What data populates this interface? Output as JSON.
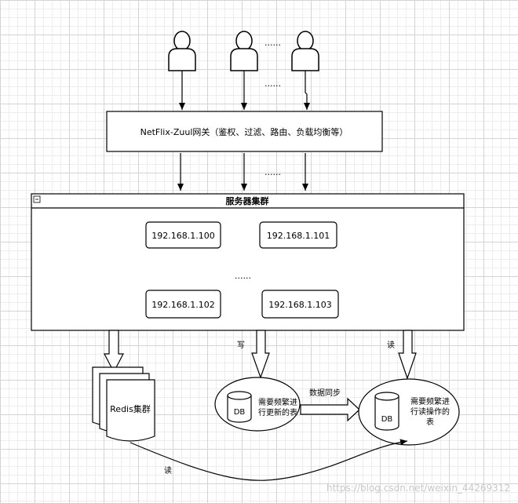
{
  "users": {
    "dots_top": "......",
    "dots_bottom": "......"
  },
  "gateway": {
    "label": "NetFlix-Zuul网关（鉴权、过滤、路由、负载均衡等）"
  },
  "gateway_dots": "......",
  "cluster": {
    "title": "服务器集群",
    "servers": [
      "192.168.1.100",
      "192.168.1.101",
      "192.168.1.102",
      "192.168.1.103"
    ],
    "dots": "......"
  },
  "redis": {
    "label": "Redis集群"
  },
  "db_write": {
    "db": "DB",
    "line1": "需要频繁进",
    "line2": "行更新的表"
  },
  "db_read": {
    "db": "DB",
    "line1": "需要频繁进",
    "line2": "行读操作的",
    "line3": "表"
  },
  "labels": {
    "write": "写",
    "read_right": "读",
    "sync": "数据同步",
    "read_bottom": "读"
  },
  "watermark": "https://blog.csdn.net/weixin_44269312"
}
